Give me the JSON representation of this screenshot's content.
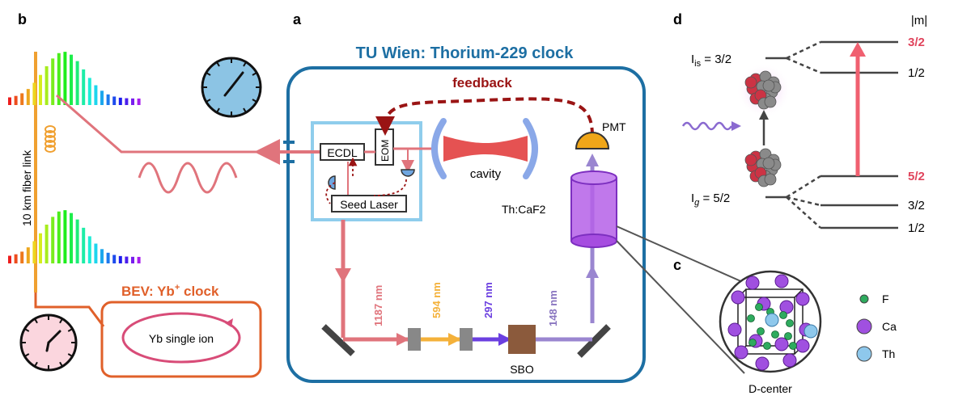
{
  "panels": {
    "a": "a",
    "b": "b",
    "c": "c",
    "d": "d"
  },
  "a": {
    "title": "TU Wien: Thorium-229 clock",
    "feedback": "feedback",
    "pmt": "PMT",
    "ecdl": "ECDL",
    "eom": "EOM",
    "cavity": "cavity",
    "seed_laser": "Seed Laser",
    "crystal": "Th:CaF2",
    "sbo": "SBO",
    "wavelengths": [
      "1187 nm",
      "594 nm",
      "297 nm",
      "148 nm"
    ],
    "colors": {
      "box": "#1d6fa3",
      "inner_box": "#8fcdec",
      "beam_red": "#e0747c",
      "feedback": "#9a1414",
      "orange": "#f4b13a",
      "purple": "#6b3fe0",
      "uv": "#9a86d0",
      "crystal": "#a64de0",
      "sbo": "#8b5a3c"
    }
  },
  "b": {
    "fiber_link": "10 km fiber link",
    "bev_title": "BEV: Yb",
    "bev_sup": "+",
    "bev_title_tail": " clock",
    "ion": "Yb single ion",
    "colors": {
      "bev": "#e0602a",
      "fiber": "#f0a030",
      "ion_ring": "#d84c78"
    }
  },
  "c": {
    "legend": [
      {
        "label": "F",
        "color": "#2eab5e"
      },
      {
        "label": "Ca",
        "color": "#a050e0"
      },
      {
        "label": "Th",
        "color": "#8ec8ec"
      }
    ],
    "caption": "D-center"
  },
  "d": {
    "m_header": "|m|",
    "iis": "I",
    "iis_sub": "is",
    "iis_val": " = 3/2",
    "ig": "I",
    "ig_sub": "g",
    "ig_val": " = 5/2",
    "upper_levels": [
      "3/2",
      "1/2"
    ],
    "lower_levels": [
      "5/2",
      "3/2",
      "1/2"
    ],
    "colors": {
      "highlight": "#e0445c",
      "arrow": "#f06070"
    }
  },
  "icons": [
    "clock-icon",
    "wave-icon",
    "fiber-coil-icon",
    "nucleus-icon",
    "photon-icon",
    "detector-icon",
    "mirror-icon"
  ]
}
